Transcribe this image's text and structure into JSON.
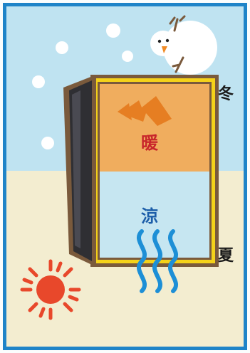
{
  "labels": {
    "winter": "冬",
    "summer": "夏",
    "warm": "暖",
    "cool": "涼"
  },
  "colors": {
    "border": "#1f84c8",
    "sky": "#bfe3f1",
    "ground": "#f3edd0",
    "frame": "#7a5a3c",
    "frame_yellow": "#f4d21a",
    "warm_panel": "#f0ad5e",
    "cool_panel": "#c6e6f1",
    "arrow": "#e67e22",
    "heat_waves": "#1d8fd6",
    "sun": "#e8482b"
  },
  "icons": [
    "snowman-icon",
    "sun-icon",
    "heat-waves-icon",
    "warm-air-arrow-icon",
    "snowflake-icon"
  ]
}
